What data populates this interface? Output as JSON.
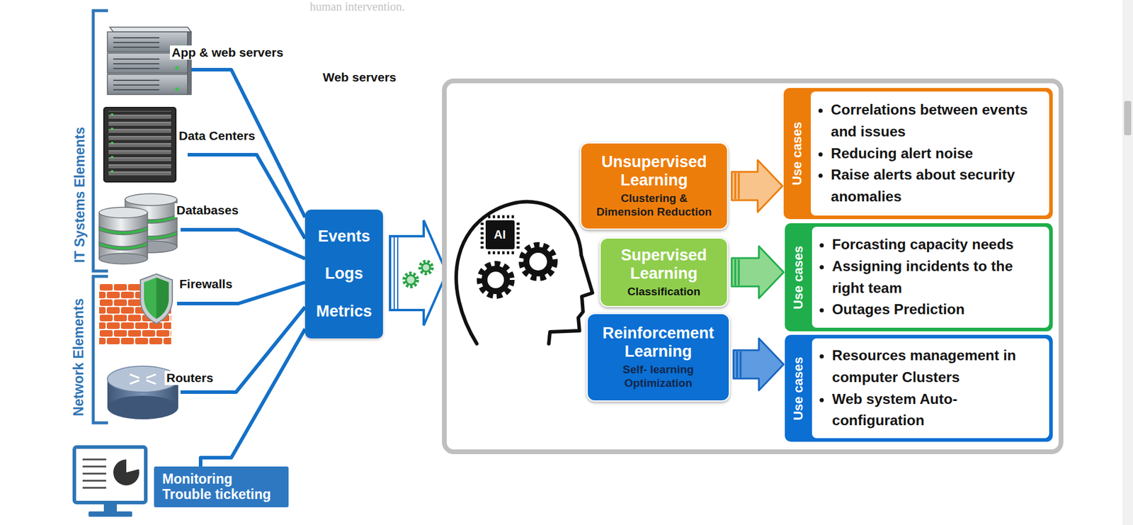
{
  "diagram": {
    "nodes": [
      {
        "text": [
          "App & web servers"
        ]
      },
      {
        "text": [
          "Data Centers"
        ]
      },
      {
        "text": [
          "Databases"
        ]
      },
      {
        "text": [
          "Firewalls"
        ]
      },
      {
        "text": [
          "Routers"
        ]
      },
      {
        "text": [
          "Monitoring Trouble ticketing"
        ]
      },
      {
        "text": [
          "Events",
          "Logs",
          "Metrics"
        ]
      },
      {
        "text": [
          "Unsupervised Learning",
          "Clustering & Dimension Reduction"
        ]
      },
      {
        "text": [
          "Supervised Learning",
          "Classification"
        ]
      },
      {
        "text": [
          "Reinforcement Learning",
          "Self- learning Optimization"
        ]
      },
      {
        "text": [
          "Use cases",
          "Correlations between events and issues",
          "Reducing alert noise",
          "Raise alerts about security anomalies"
        ]
      },
      {
        "text": [
          "Use cases",
          "Forcasting capacity needs",
          "Assigning incidents to the right team",
          "Outages Prediction"
        ]
      },
      {
        "text": [
          "Use cases",
          "Resources management in computer Clusters",
          "Web system Auto- configuration"
        ]
      }
    ],
    "edges": [
      {
        "from": 0,
        "to": 6,
        "arrow": "none"
      },
      {
        "from": 1,
        "to": 6,
        "arrow": "none"
      },
      {
        "from": 2,
        "to": 6,
        "arrow": "none"
      },
      {
        "from": 3,
        "to": 6,
        "arrow": "none"
      },
      {
        "from": 4,
        "to": 6,
        "arrow": "none"
      },
      {
        "from": 5,
        "to": 6,
        "arrow": "none"
      },
      {
        "from": 7,
        "to": 10,
        "arrow": "to"
      },
      {
        "from": 8,
        "to": 11,
        "arrow": "to"
      },
      {
        "from": 9,
        "to": 12,
        "arrow": "to"
      }
    ],
    "labels": [
      "human intervention.",
      "IT Systems Elements",
      "Network Elements",
      "Web servers",
      "AI"
    ]
  }
}
